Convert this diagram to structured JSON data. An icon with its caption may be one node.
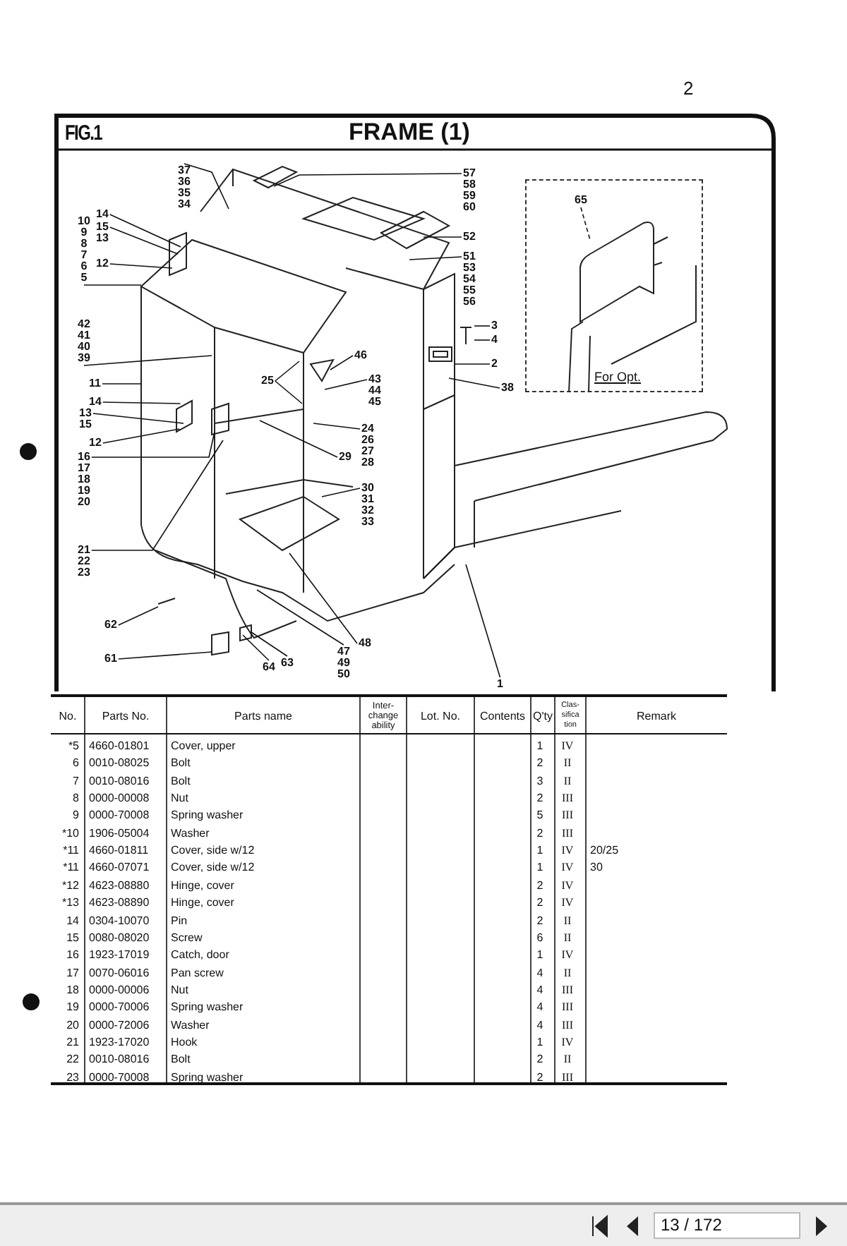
{
  "diagram": {
    "title": "FRAME (1)",
    "nodes": [
      {
        "text": [
          "37",
          "36",
          "35",
          "34"
        ]
      },
      {
        "text": [
          "14"
        ]
      },
      {
        "text": [
          "15",
          "13"
        ]
      },
      {
        "text": [
          "12"
        ]
      },
      {
        "text": [
          "10",
          "9",
          "8",
          "7",
          "6",
          "5"
        ]
      },
      {
        "text": [
          "42",
          "41",
          "40",
          "39"
        ]
      },
      {
        "text": [
          "11"
        ]
      },
      {
        "text": [
          "14"
        ]
      },
      {
        "text": [
          "13",
          "15"
        ]
      },
      {
        "text": [
          "12"
        ]
      },
      {
        "text": [
          "16",
          "17",
          "18",
          "19",
          "20"
        ]
      },
      {
        "text": [
          "21",
          "22",
          "23"
        ]
      },
      {
        "text": [
          "62"
        ]
      },
      {
        "text": [
          "61"
        ]
      },
      {
        "text": [
          "64"
        ]
      },
      {
        "text": [
          "63"
        ]
      },
      {
        "text": [
          "47",
          "49",
          "50"
        ]
      },
      {
        "text": [
          "48"
        ]
      },
      {
        "text": [
          "30",
          "31",
          "32",
          "33"
        ]
      },
      {
        "text": [
          "24",
          "26",
          "27",
          "28"
        ]
      },
      {
        "text": [
          "29"
        ]
      },
      {
        "text": [
          "25"
        ]
      },
      {
        "text": [
          "46"
        ]
      },
      {
        "text": [
          "43",
          "44",
          "45"
        ]
      },
      {
        "text": [
          "57",
          "58",
          "59",
          "60"
        ]
      },
      {
        "text": [
          "52"
        ]
      },
      {
        "text": [
          "51",
          "53",
          "54",
          "55",
          "56"
        ]
      },
      {
        "text": [
          "3"
        ]
      },
      {
        "text": [
          "4"
        ]
      },
      {
        "text": [
          "2"
        ]
      },
      {
        "text": [
          "38"
        ]
      },
      {
        "text": [
          "1"
        ]
      },
      {
        "text": [
          "For Opt."
        ]
      },
      {
        "text": [
          "65"
        ],
        "in": 32
      }
    ],
    "edges": [
      {
        "from": 0,
        "to": null,
        "arrow": "none"
      },
      {
        "from": 1,
        "to": null,
        "arrow": "none"
      },
      {
        "from": 2,
        "to": null,
        "arrow": "none"
      },
      {
        "from": 3,
        "to": null,
        "arrow": "none"
      },
      {
        "from": 4,
        "to": null,
        "arrow": "none"
      },
      {
        "from": 5,
        "to": null,
        "arrow": "none"
      },
      {
        "from": 6,
        "to": null,
        "arrow": "none"
      },
      {
        "from": 7,
        "to": null,
        "arrow": "none"
      },
      {
        "from": 8,
        "to": null,
        "arrow": "none"
      },
      {
        "from": 9,
        "to": null,
        "arrow": "none"
      },
      {
        "from": 10,
        "to": null,
        "arrow": "none"
      },
      {
        "from": 11,
        "to": null,
        "arrow": "none"
      },
      {
        "from": 12,
        "to": null,
        "arrow": "none"
      },
      {
        "from": 13,
        "to": null,
        "arrow": "none"
      },
      {
        "from": 14,
        "to": null,
        "arrow": "none"
      },
      {
        "from": 15,
        "to": null,
        "arrow": "none"
      },
      {
        "from": 16,
        "to": null,
        "arrow": "none"
      },
      {
        "from": 17,
        "to": null,
        "arrow": "none"
      },
      {
        "from": 18,
        "to": null,
        "arrow": "none"
      },
      {
        "from": 19,
        "to": null,
        "arrow": "none"
      },
      {
        "from": 20,
        "to": null,
        "arrow": "none"
      },
      {
        "from": 21,
        "to": null,
        "arrow": "none"
      },
      {
        "from": 21,
        "to": null,
        "arrow": "none"
      },
      {
        "from": 22,
        "to": null,
        "arrow": "none"
      },
      {
        "from": 23,
        "to": null,
        "arrow": "none"
      },
      {
        "from": 24,
        "to": null,
        "arrow": "none"
      },
      {
        "from": 25,
        "to": null,
        "arrow": "none"
      },
      {
        "from": 26,
        "to": null,
        "arrow": "none"
      },
      {
        "from": 27,
        "to": null,
        "arrow": "none"
      },
      {
        "from": 28,
        "to": null,
        "arrow": "none"
      },
      {
        "from": 29,
        "to": null,
        "arrow": "none"
      },
      {
        "from": 30,
        "to": null,
        "arrow": "none"
      },
      {
        "from": 31,
        "to": null,
        "arrow": "none"
      },
      {
        "from": 33,
        "to": null,
        "arrow": "none",
        "style": "dashed"
      }
    ],
    "labels": [
      "2",
      "FIG.1",
      "No.",
      "Parts No.",
      "Parts name",
      "Inter- change ability",
      "Lot. No.",
      "Contents",
      "Q'ty",
      "Clas- sifica tion",
      "Remark",
      "*5",
      "4660-01801",
      "Cover, upper",
      "1",
      "IV",
      "6",
      "0010-08025",
      "Bolt",
      "2",
      "II",
      "7",
      "0010-08016",
      "Bolt",
      "3",
      "II",
      "8",
      "0000-00008",
      "Nut",
      "2",
      "III",
      "9",
      "0000-70008",
      "Spring washer",
      "5",
      "III",
      "*10",
      "1906-05004",
      "Washer",
      "2",
      "III",
      "*11",
      "4660-01811",
      "Cover, side w/12",
      "1",
      "IV",
      "20/25",
      "*11",
      "4660-07071",
      "Cover, side w/12",
      "1",
      "IV",
      "30",
      "*12",
      "4623-08880",
      "Hinge, cover",
      "2",
      "IV",
      "*13",
      "4623-08890",
      "Hinge, cover",
      "2",
      "IV",
      "14",
      "0304-10070",
      "Pin",
      "2",
      "II",
      "15",
      "0080-08020",
      "Screw",
      "6",
      "II",
      "16",
      "1923-17019",
      "Catch, door",
      "1",
      "IV",
      "17",
      "0070-06016",
      "Pan screw",
      "4",
      "II",
      "18",
      "0000-00006",
      "Nut",
      "4",
      "III",
      "19",
      "0000-70006",
      "Spring washer",
      "4",
      "III",
      "20",
      "0000-72006",
      "Washer",
      "4",
      "III",
      "21",
      "1923-17020",
      "Hook",
      "1",
      "IV",
      "22",
      "0010-08016",
      "Bolt",
      "2",
      "II",
      "23",
      "0000-70008",
      "Spring washer",
      "2",
      "III",
      "13 / 172"
    ]
  }
}
